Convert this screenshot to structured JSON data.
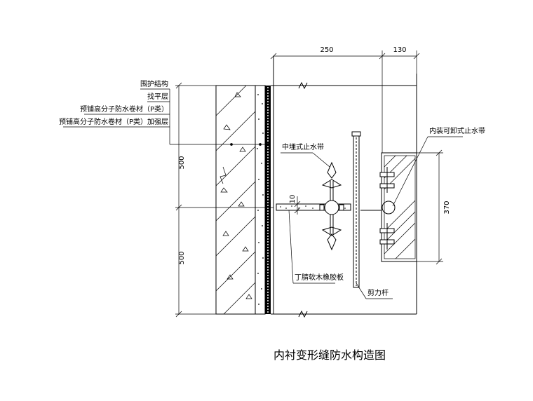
{
  "labels": {
    "enclosure_structure": "围护结构",
    "leveling_layer": "找平层",
    "membrane_p": "预铺高分子防水卷材（P类）",
    "membrane_p_reinforce": "预铺高分子防水卷材（P类）加强层",
    "embedded_waterstop": "中埋式止水带",
    "removable_waterstop": "内装可卸式止水带",
    "nbr_board": "丁腈软木橡胶板",
    "shear_bar": "剪力杆"
  },
  "dimensions": {
    "top_left": "250",
    "top_right": "130",
    "left_upper": "500",
    "left_lower": "500",
    "gap": "10",
    "right": "370"
  },
  "caption": "内衬变形缝防水构造图"
}
